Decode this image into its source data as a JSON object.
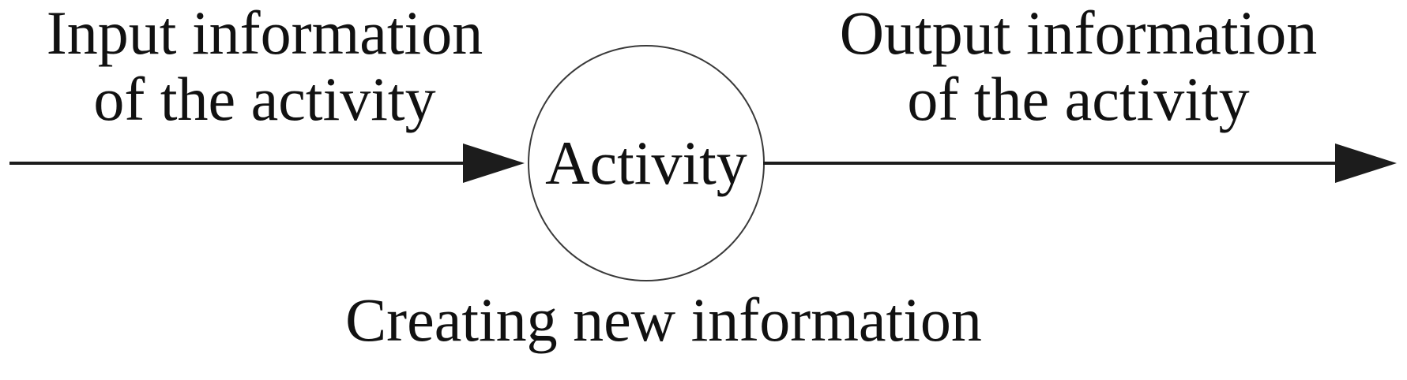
{
  "labels": {
    "input": {
      "line1": "Input information",
      "line2": "of the activity"
    },
    "output": {
      "line1": "Output information",
      "line2": "of the activity"
    }
  },
  "node": {
    "label": "Activity"
  },
  "caption": {
    "text": "Creating new information"
  },
  "colors": {
    "text": "#111111",
    "arrow": "#1c1c1c",
    "circle_stroke": "#3a3a3a",
    "background": "#ffffff"
  }
}
